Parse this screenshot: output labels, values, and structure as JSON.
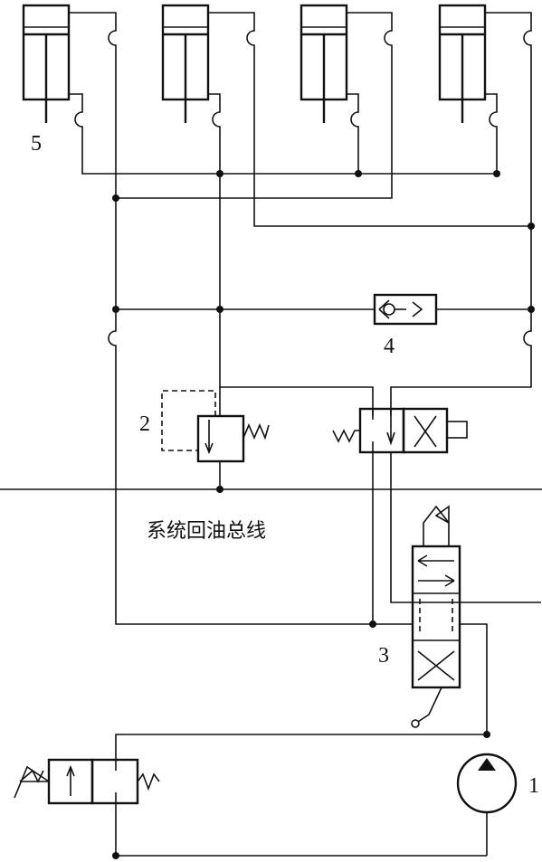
{
  "labels": {
    "cylinder": "5",
    "relief_valve": "2",
    "check_valve": "4",
    "manual_valve": "3",
    "pump": "1"
  },
  "caption": "系统回油总线"
}
